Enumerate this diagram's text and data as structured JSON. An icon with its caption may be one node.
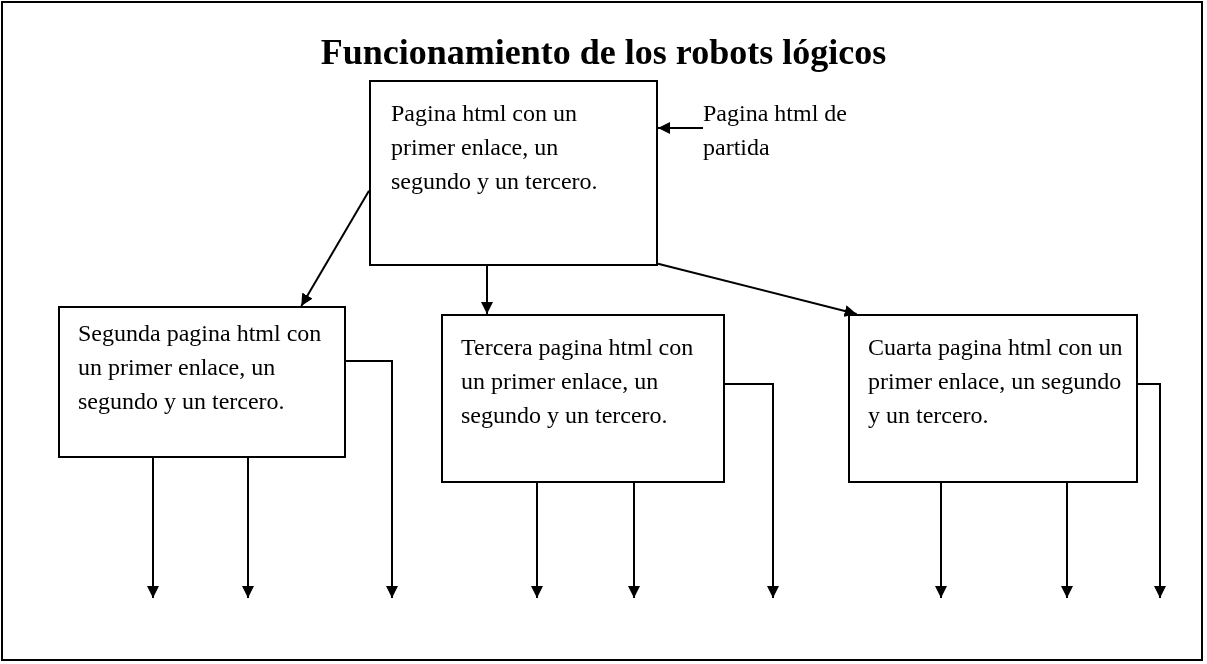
{
  "diagram": {
    "title": "Funcionamiento de los robots lógicos",
    "nodes": [
      {
        "text": [
          "Pagina html con un primer enlace, un segundo y un tercero."
        ]
      },
      {
        "text": [
          "Pagina html de partida"
        ]
      },
      {
        "text": [
          "Segunda pagina html con un primer enlace, un segundo y un tercero."
        ]
      },
      {
        "text": [
          "Tercera pagina html con un primer enlace, un segundo y un tercero."
        ]
      },
      {
        "text": [
          "Cuarta pagina html con un primer enlace, un segundo y un tercero."
        ]
      }
    ],
    "edges": [
      {
        "from": 1,
        "to": 0,
        "arrow": "to"
      },
      {
        "from": 0,
        "to": 2,
        "arrow": "to"
      },
      {
        "from": 0,
        "to": 3,
        "arrow": "to"
      },
      {
        "from": 0,
        "to": 4,
        "arrow": "to"
      },
      {
        "from": 2,
        "to": null,
        "arrow": "to"
      },
      {
        "from": 2,
        "to": null,
        "arrow": "to"
      },
      {
        "from": 2,
        "to": null,
        "arrow": "to"
      },
      {
        "from": 3,
        "to": null,
        "arrow": "to"
      },
      {
        "from": 3,
        "to": null,
        "arrow": "to"
      },
      {
        "from": 3,
        "to": null,
        "arrow": "to"
      },
      {
        "from": 4,
        "to": null,
        "arrow": "to"
      },
      {
        "from": 4,
        "to": null,
        "arrow": "to"
      },
      {
        "from": 4,
        "to": null,
        "arrow": "to"
      }
    ]
  }
}
